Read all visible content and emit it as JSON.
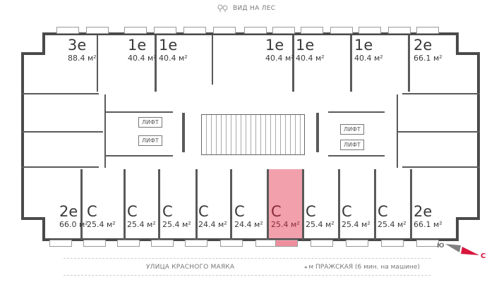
{
  "header": {
    "view_label": "ВИД НА ЛЕС",
    "view_icon": "trees-icon"
  },
  "footer": {
    "street_label": "УЛИЦА КРАСНОГО МАЯКА",
    "metro_label": "м ПРАЖСКАЯ (6 мин. на машине)",
    "metro_icon": "triangle-left-icon"
  },
  "compass": {
    "south_label": "Ю",
    "north_label": "С",
    "south_color": "#808080",
    "north_color": "#d8163e"
  },
  "colors": {
    "wall": "#4a4a4a",
    "highlight": "#ef8f9e",
    "text": "#3a3a3a"
  },
  "core": {
    "lift_label": "ЛИФТ",
    "lifts_left": [
      "ЛИФТ",
      "ЛИФТ"
    ],
    "lifts_right": [
      "ЛИФТ",
      "ЛИФТ"
    ]
  },
  "units_top": [
    {
      "type": "3е",
      "area": "88.4 м²"
    },
    {
      "type": "1е",
      "area": "40.4 м²"
    },
    {
      "type": "1е",
      "area": "40.4 м²"
    },
    {
      "type": "1е",
      "area": "40.4 м²"
    },
    {
      "type": "1е",
      "area": "40.4 м²"
    },
    {
      "type": "1е",
      "area": "40.4 м²"
    },
    {
      "type": "2е",
      "area": "66.1 м²"
    }
  ],
  "units_bottom": [
    {
      "type": "2е",
      "area": "66.0 м²"
    },
    {
      "type": "С",
      "area": "25.4 м²"
    },
    {
      "type": "С",
      "area": "25.4 м²"
    },
    {
      "type": "С",
      "area": "25.4 м²"
    },
    {
      "type": "С",
      "area": "24.4 м²"
    },
    {
      "type": "С",
      "area": "24.4 м²"
    },
    {
      "type": "С",
      "area": "25.4 м²",
      "selected": true
    },
    {
      "type": "С",
      "area": "25.4 м²"
    },
    {
      "type": "С",
      "area": "25.4 м²"
    },
    {
      "type": "С",
      "area": "25.4 м²"
    },
    {
      "type": "2е",
      "area": "66.1 м²"
    }
  ]
}
